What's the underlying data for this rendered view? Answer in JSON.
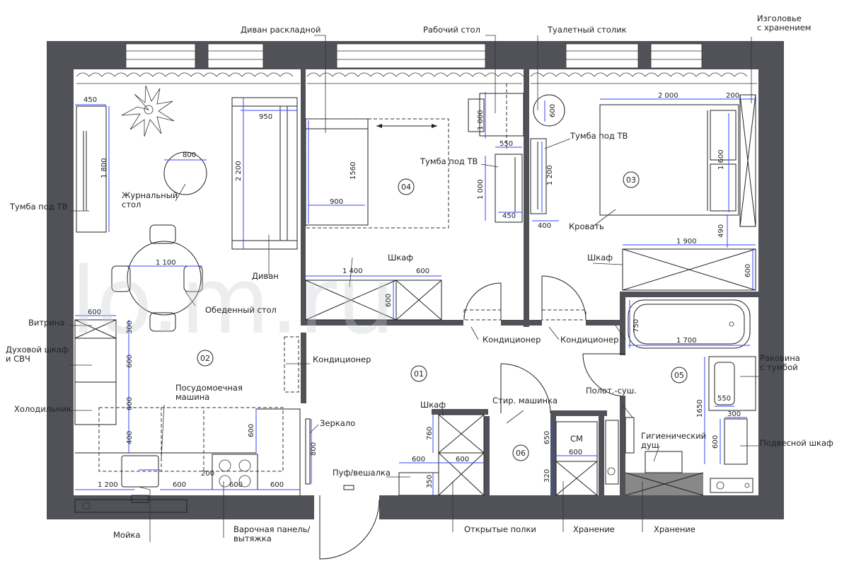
{
  "labels": {
    "sofa_bed": "Диван раскладной",
    "desk": "Рабочий стол",
    "dressing_table": "Туалетный столик",
    "headboard": "Изголовье\nс хранением",
    "tv_stand_left": "Тумба под ТВ",
    "coffee_table": "Журнальный\nстол",
    "sofa": "Диван",
    "dining_table": "Обеденный стол",
    "tv_stand_mid": "Тумба под ТВ",
    "tv_stand_right": "Тумба под ТВ",
    "bed": "Кровать",
    "wardrobe_mid": "Шкаф",
    "wardrobe_right": "Шкаф",
    "ac_left": "Кондиционер",
    "ac_mid": "Кондиционер",
    "ac_right": "Кондиционер",
    "showcase": "Витрина",
    "oven": "Духовой шкаф\nи СВЧ",
    "fridge": "Холодильник",
    "dishwasher": "Посудомоечная\nмашина",
    "mirror": "Зеркало",
    "pouf": "Пуф/вешалка",
    "wardrobe_hall": "Шкаф",
    "washer": "Стир. машинка",
    "towel": "Полот.-суш.",
    "sink_cab": "Раковина\nс тумбой",
    "hygienic": "Гигиенический\nдуш",
    "hanging_cab": "Подвесной шкаф",
    "sink": "Мойка",
    "hob": "Варочная панель/\nвытяжка",
    "open_shelves": "Открытые полки",
    "storage1": "Хранение",
    "storage2": "Хранение",
    "cm": "СМ"
  },
  "rooms": {
    "r01": "01",
    "r02": "02",
    "r03": "03",
    "r04": "04",
    "r05": "05",
    "r06": "06"
  },
  "dims": {
    "d450a": "450",
    "d1800": "1 800",
    "d950": "950",
    "d800": "800",
    "d2200": "2 200",
    "d1100": "1 100",
    "d1000a": "1 000",
    "d550a": "550",
    "d1560": "1560",
    "d900": "900",
    "d1000b": "1 000",
    "d450b": "450",
    "d600top": "600",
    "d1200": "1 200",
    "d400a": "400",
    "d2000": "2 000",
    "d200a": "200",
    "d1600": "1 600",
    "d490": "490",
    "d1900": "1 900",
    "d600w": "600",
    "d1400": "1 400",
    "d600b": "600",
    "d600c": "600",
    "d750": "750",
    "d1700": "1 700",
    "d600k1": "600",
    "d300a": "300",
    "d600k2": "600",
    "d600k3": "600",
    "d400b": "400",
    "d600k4": "600",
    "d200b": "200",
    "d1200k": "1 200",
    "d600k5": "600",
    "d600k6": "600",
    "d600k7": "600",
    "d800m": "800",
    "d760": "760",
    "d600h1": "600",
    "d600h2": "600",
    "d350": "350",
    "d650": "650",
    "d600cm": "600",
    "d320": "320",
    "d550b": "550",
    "d300b": "300",
    "d1650": "1650",
    "d600bt": "600"
  },
  "watermark": "lo.m.ru"
}
